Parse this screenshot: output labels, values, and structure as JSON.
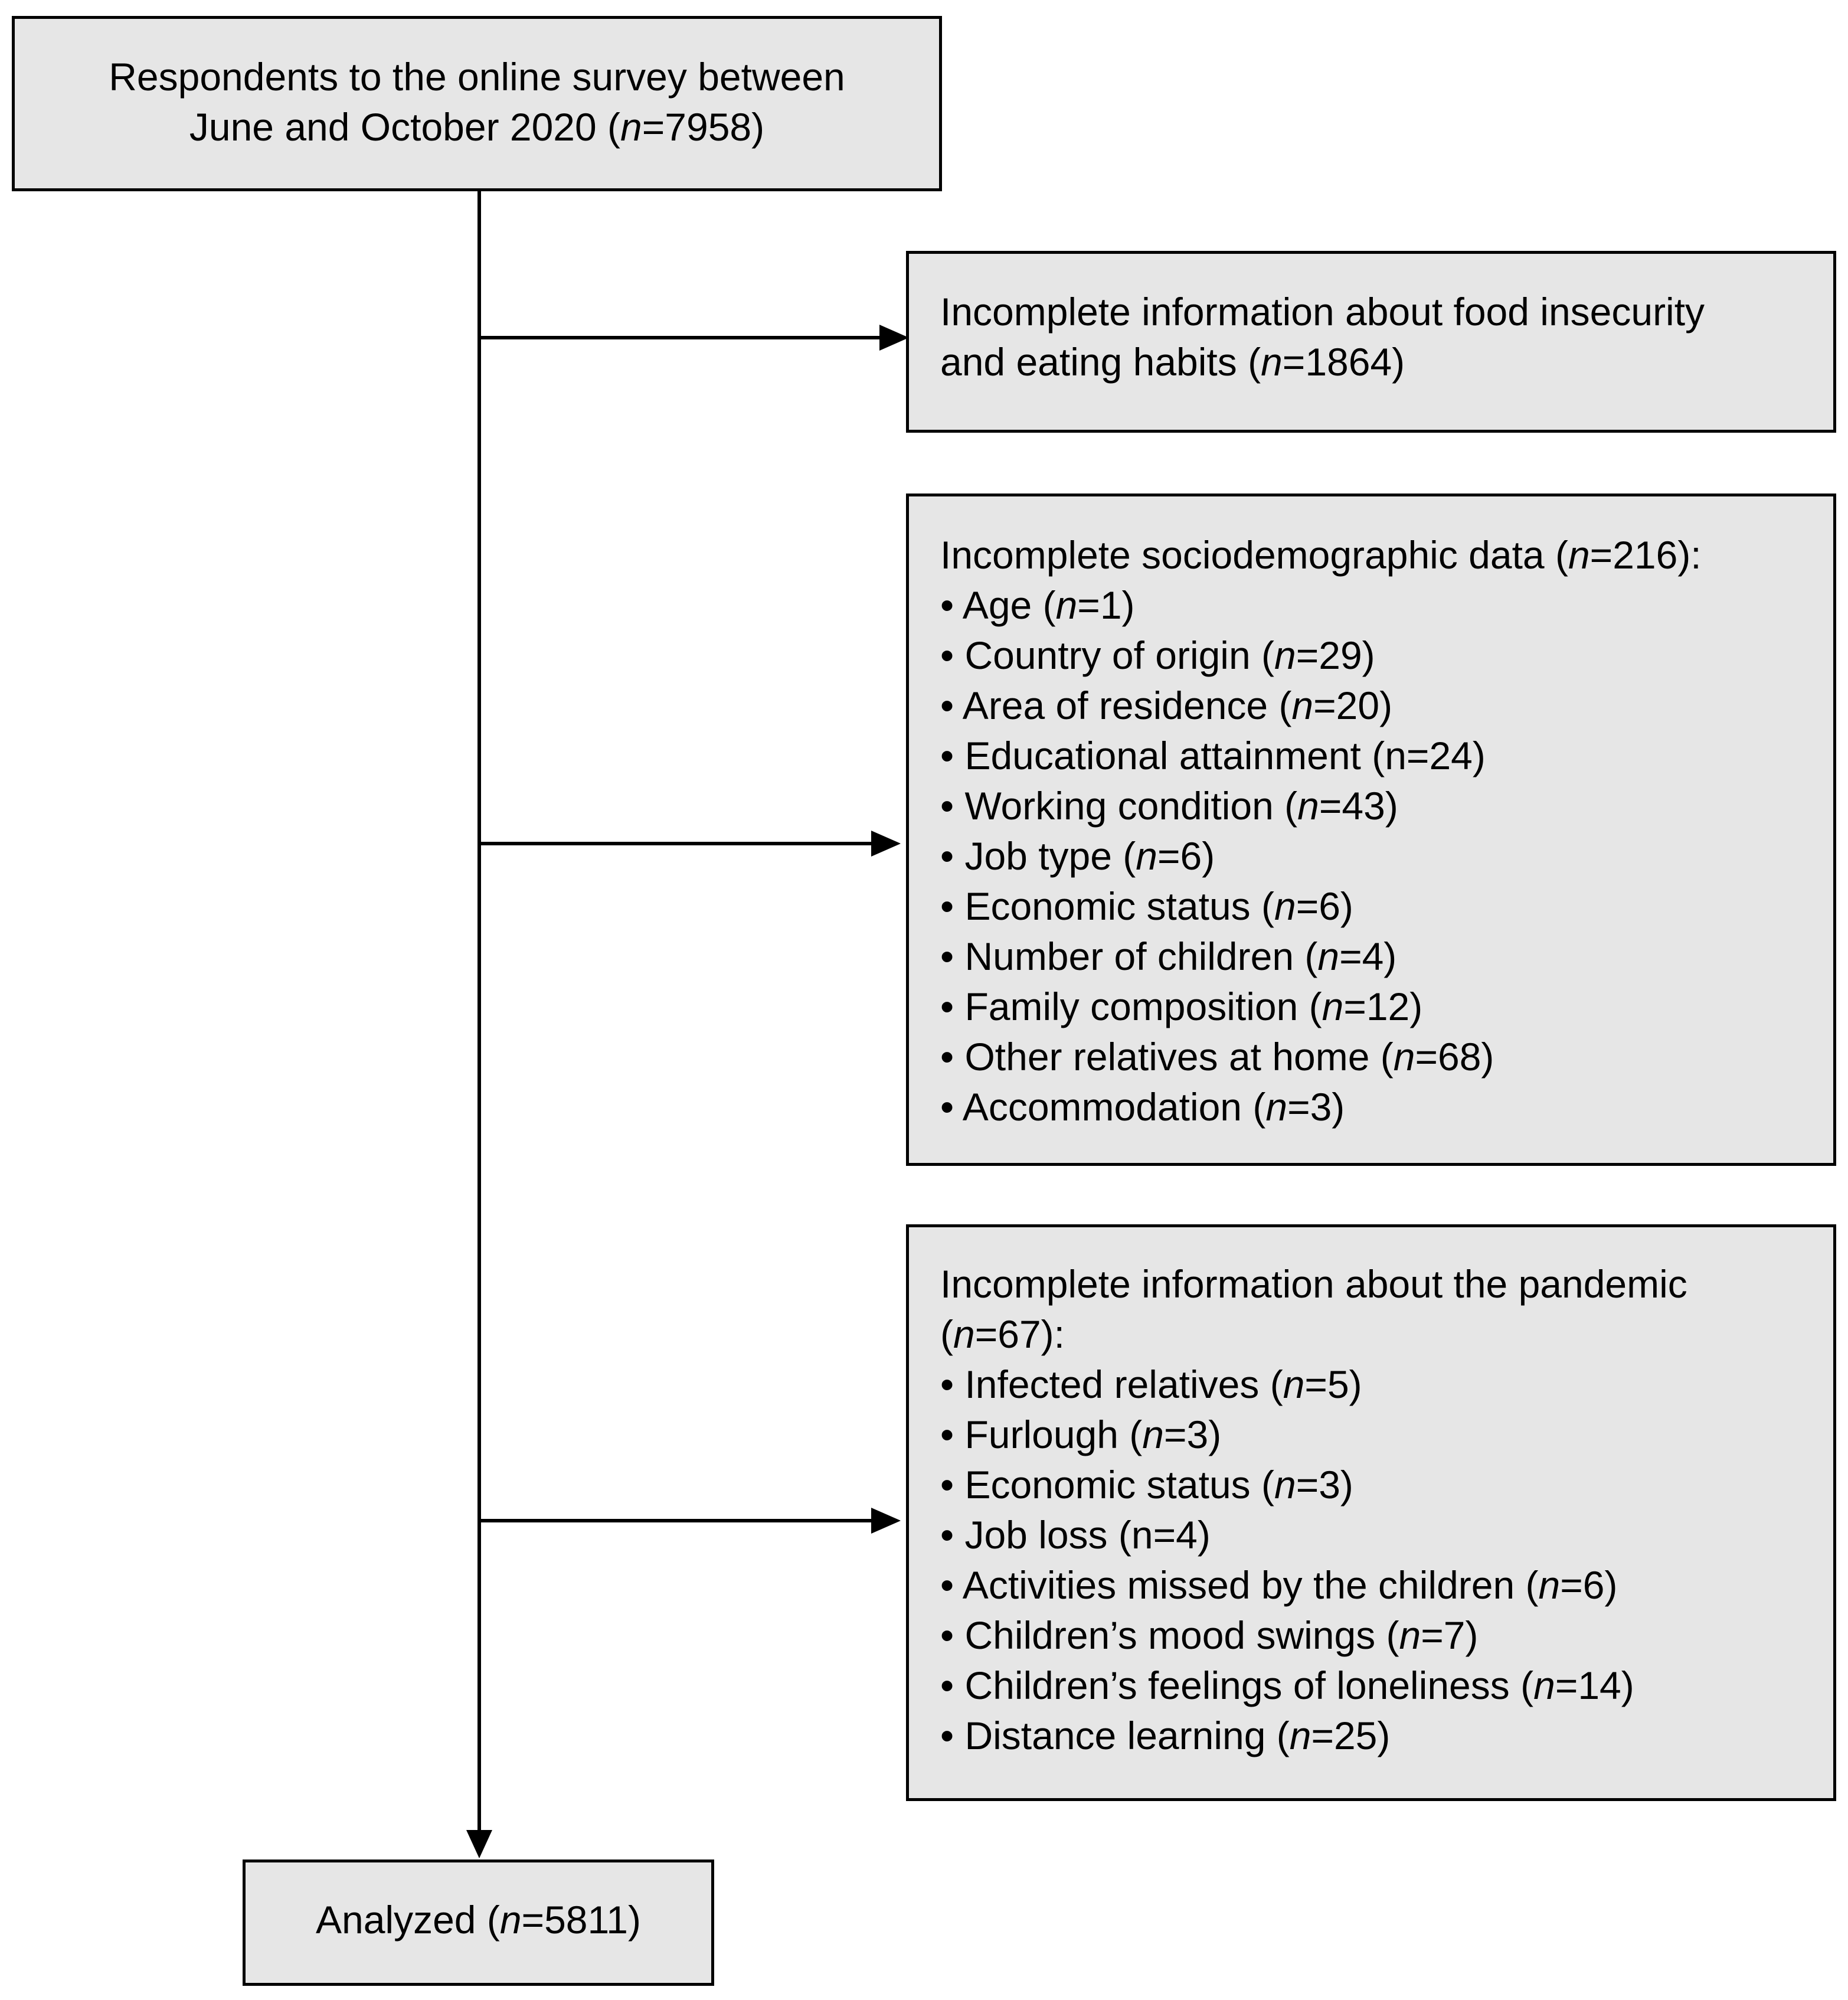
{
  "flowchart": {
    "start": {
      "lines": [
        {
          "pre": "Respondents to the online survey between",
          "n": "",
          "post": ""
        },
        {
          "pre": "June and October 2020 (",
          "n": "n",
          "post": "=7958)"
        }
      ]
    },
    "exclusion_1": {
      "lines": [
        {
          "pre": "Incomplete information about food insecurity",
          "n": "",
          "post": ""
        },
        {
          "pre": "and eating habits (",
          "n": "n",
          "post": "=1864)"
        }
      ]
    },
    "exclusion_2": {
      "lines": [
        {
          "pre": "Incomplete sociodemographic data (",
          "n": "n",
          "post": "=216):"
        },
        {
          "pre": "• Age (",
          "n": "n",
          "post": "=1)"
        },
        {
          "pre": "• Country of origin (",
          "n": "n",
          "post": "=29)"
        },
        {
          "pre": "• Area of residence (",
          "n": "n",
          "post": "=20)"
        },
        {
          "pre": "• Educational attainment (n=24)",
          "n": "",
          "post": ""
        },
        {
          "pre": "• Working condition (",
          "n": "n",
          "post": "=43)"
        },
        {
          "pre": "• Job type (",
          "n": "n",
          "post": "=6)"
        },
        {
          "pre": "• Economic status (",
          "n": "n",
          "post": "=6)"
        },
        {
          "pre": "• Number of children (",
          "n": "n",
          "post": "=4)"
        },
        {
          "pre": "• Family composition (",
          "n": "n",
          "post": "=12)"
        },
        {
          "pre": "• Other relatives at home (",
          "n": "n",
          "post": "=68)"
        },
        {
          "pre": "• Accommodation (",
          "n": "n",
          "post": "=3)"
        }
      ]
    },
    "exclusion_3": {
      "lines": [
        {
          "pre": "Incomplete information about the pandemic",
          "n": "",
          "post": ""
        },
        {
          "pre": "(",
          "n": "n",
          "post": "=67):"
        },
        {
          "pre": "• Infected relatives (",
          "n": "n",
          "post": "=5)"
        },
        {
          "pre": "• Furlough (",
          "n": "n",
          "post": "=3)"
        },
        {
          "pre": "• Economic status (",
          "n": "n",
          "post": "=3)"
        },
        {
          "pre": "• Job loss (n=4)",
          "n": "",
          "post": ""
        },
        {
          "pre": "• Activities missed by the children (",
          "n": "n",
          "post": "=6)"
        },
        {
          "pre": "• Children’s mood swings (",
          "n": "n",
          "post": "=7)"
        },
        {
          "pre": "• Children’s feelings of loneliness (",
          "n": "n",
          "post": "=14)"
        },
        {
          "pre": "• Distance learning (",
          "n": "n",
          "post": "=25)"
        }
      ]
    },
    "end": {
      "lines": [
        {
          "pre": "Analyzed (",
          "n": "n",
          "post": "=5811)"
        }
      ]
    }
  },
  "colors": {
    "box_fill": "#e6e6e6",
    "line": "#000000"
  }
}
